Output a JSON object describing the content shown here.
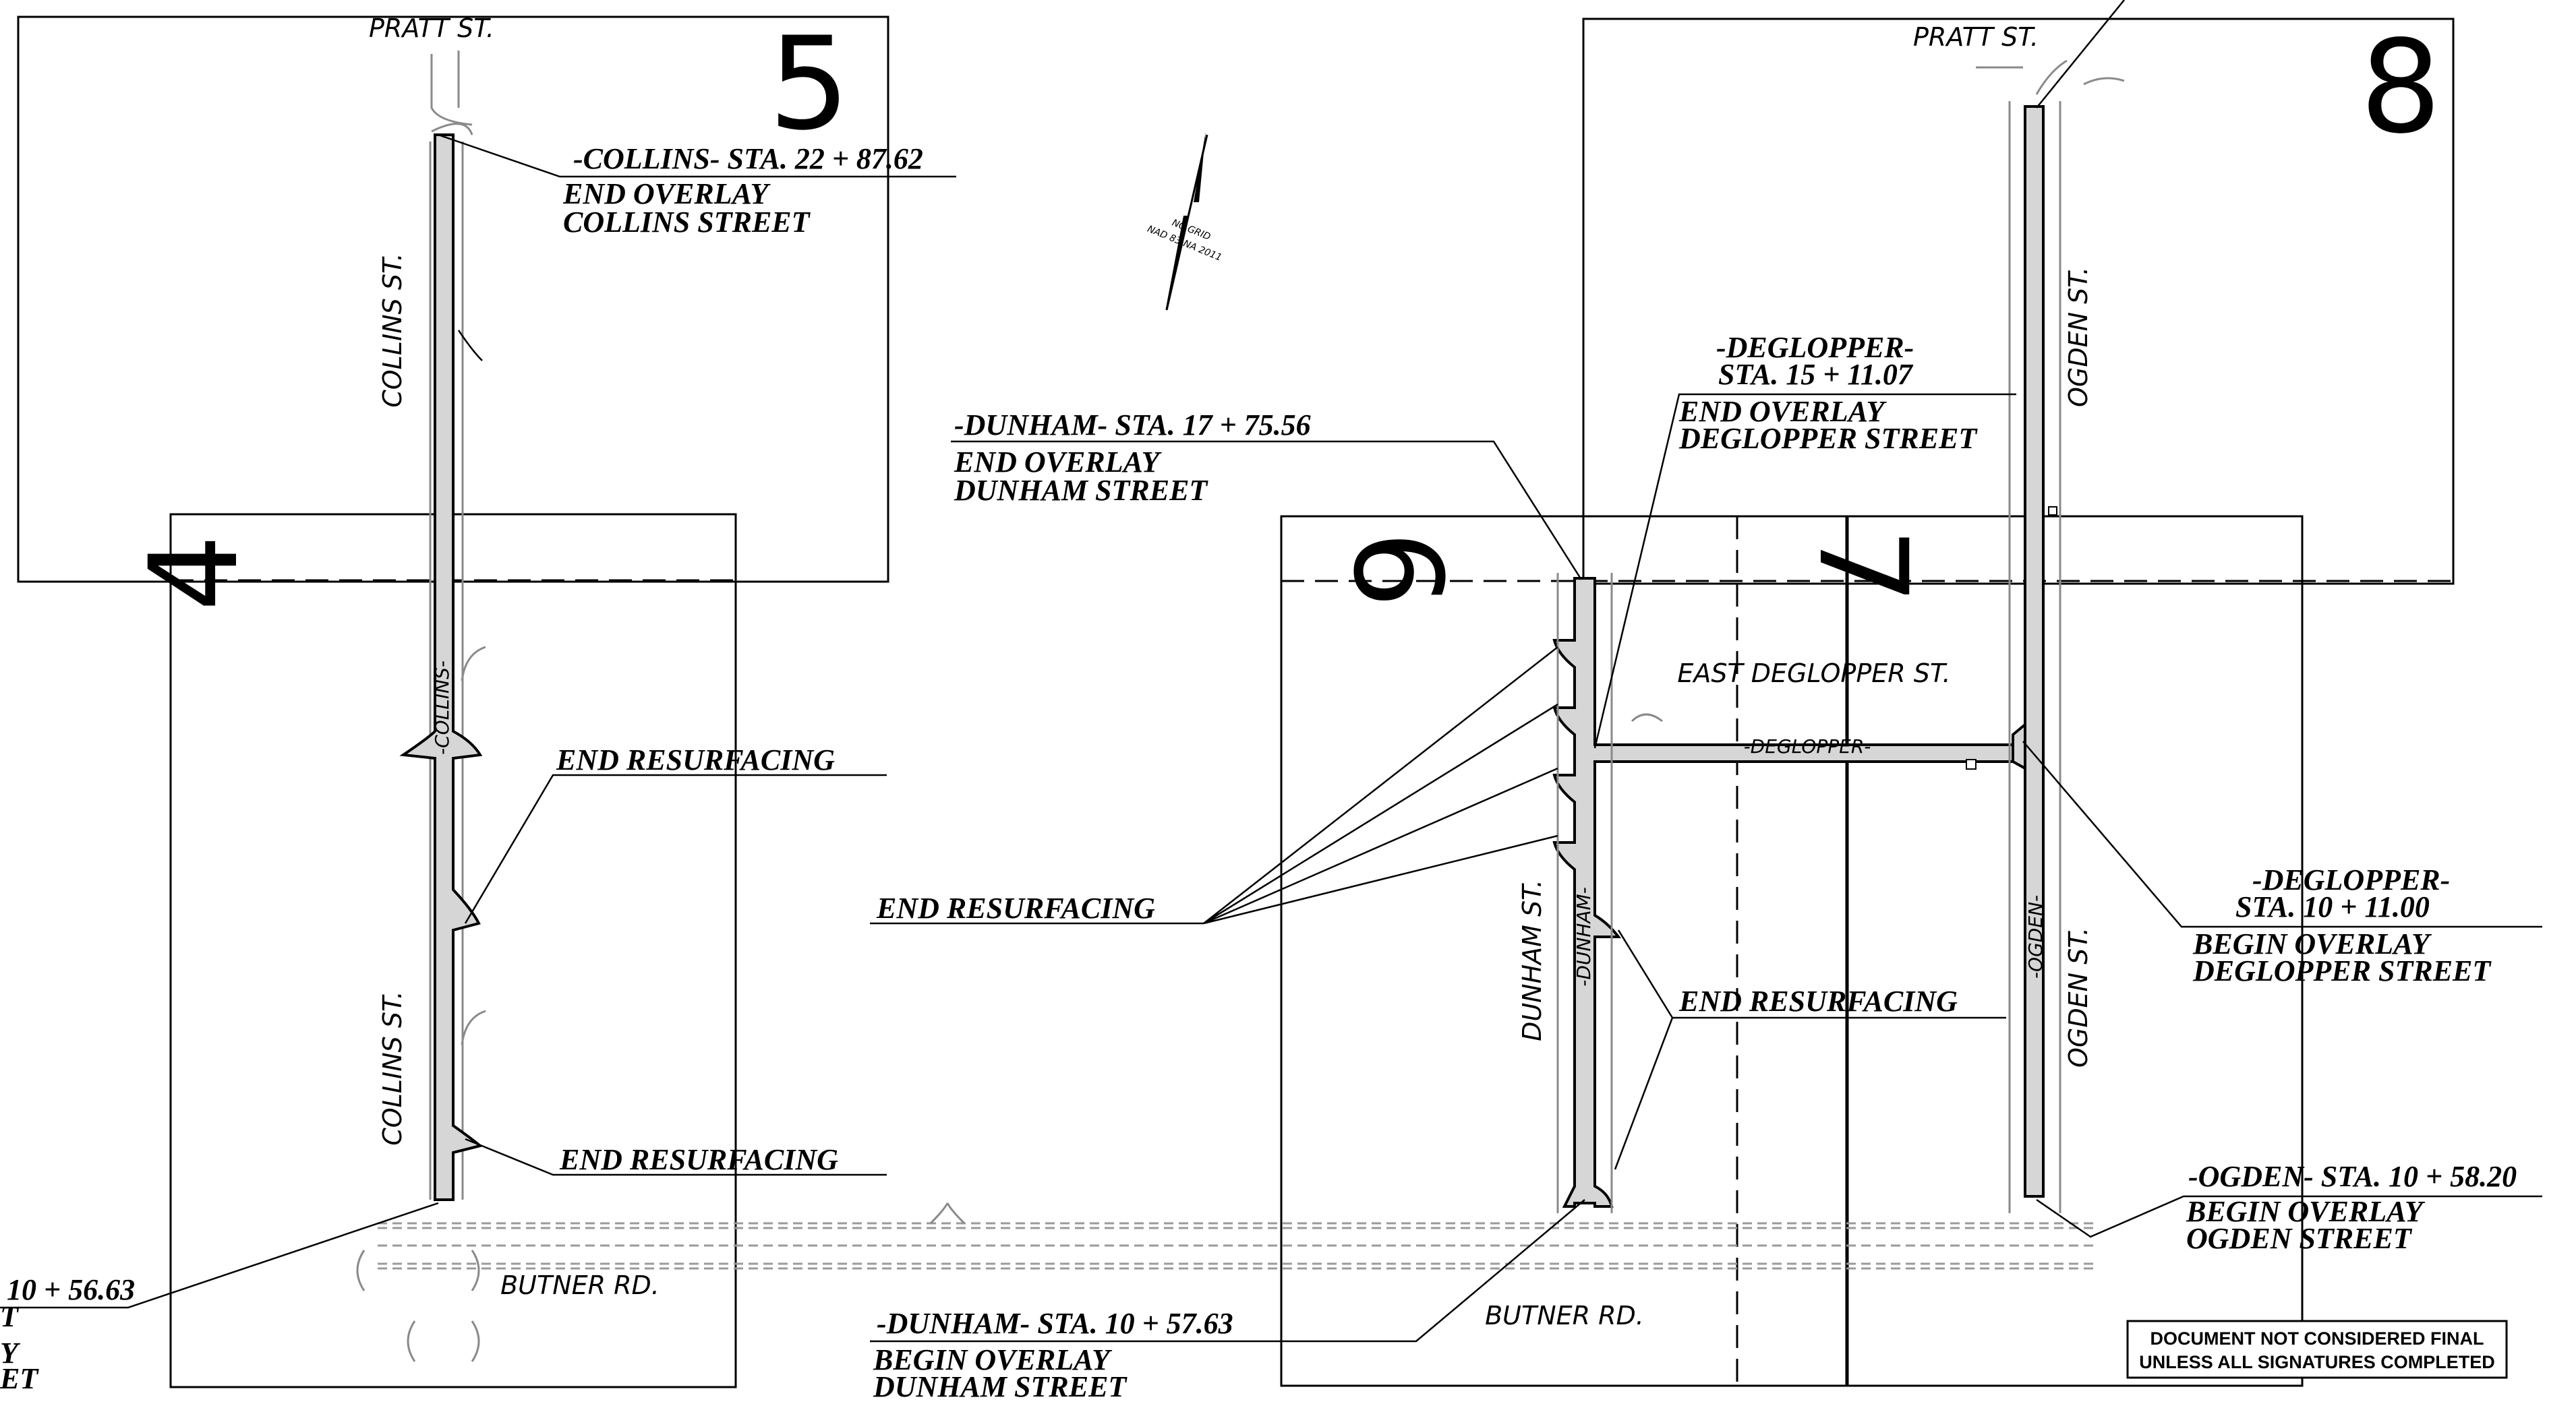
{
  "sheets": {
    "s4": "4",
    "s5": "5",
    "s6": "6",
    "s7": "7",
    "s8": "8"
  },
  "streets": {
    "pratt_left": "PRATT ST.",
    "pratt_right": "PRATT ST.",
    "collins_upper": "COLLINS ST.",
    "collins_lower": "COLLINS ST.",
    "collins_align": "-COLLINS-",
    "butner_left": "BUTNER RD.",
    "butner_right": "BUTNER RD.",
    "dunham_street": "DUNHAM ST.",
    "dunham_align": "-DUNHAM-",
    "east_deglopper": "EAST DEGLOPPER ST.",
    "deglopper_align": "-DEGLOPPER-",
    "ogden_upper": "OGDEN ST.",
    "ogden_lower": "OGDEN ST.",
    "ogden_align": "-OGDEN-"
  },
  "north_arrow": {
    "line1": "NC GRID",
    "line2": "NAD 83 NA 2011"
  },
  "callouts": {
    "collins_end": {
      "sta": "-COLLINS-  STA. 22 + 87.62",
      "line1": "END  OVERLAY",
      "line2": "COLLINS  STREET"
    },
    "collins_begin": {
      "sta": "10 + 56.63",
      "line1": "T",
      "line2": "Y",
      "line3": "ET"
    },
    "resurf_collins_1": "END   RESURFACING",
    "resurf_collins_2": "END   RESURFACING",
    "dunham_end": {
      "sta": "-DUNHAM-  STA. 17 + 75.56",
      "line1": "END  OVERLAY",
      "line2": "DUNHAM  STREET"
    },
    "deglopper_end": {
      "name": "-DEGLOPPER-",
      "sta": "STA. 15 + 11.07",
      "line1": "END  OVERLAY",
      "line2": "DEGLOPPER  STREET"
    },
    "resurf_dunham_left": "END   RESURFACING",
    "resurf_dunham_right": "END   RESURFACING",
    "deglopper_begin": {
      "name": "-DEGLOPPER-",
      "sta": "STA. 10 + 11.00",
      "line1": "BEGIN  OVERLAY",
      "line2": "DEGLOPPER  STREET"
    },
    "ogden_begin": {
      "sta": "-OGDEN-  STA. 10 + 58.20",
      "line1": "BEGIN  OVERLAY",
      "line2": "OGDEN  STREET"
    },
    "dunham_begin": {
      "sta": "-DUNHAM-  STA. 10 + 57.63",
      "line1": "BEGIN  OVERLAY",
      "line2": "DUNHAM  STREET"
    }
  },
  "disclaimer": {
    "line1": "DOCUMENT NOT CONSIDERED FINAL",
    "line2": "UNLESS ALL SIGNATURES COMPLETED"
  }
}
